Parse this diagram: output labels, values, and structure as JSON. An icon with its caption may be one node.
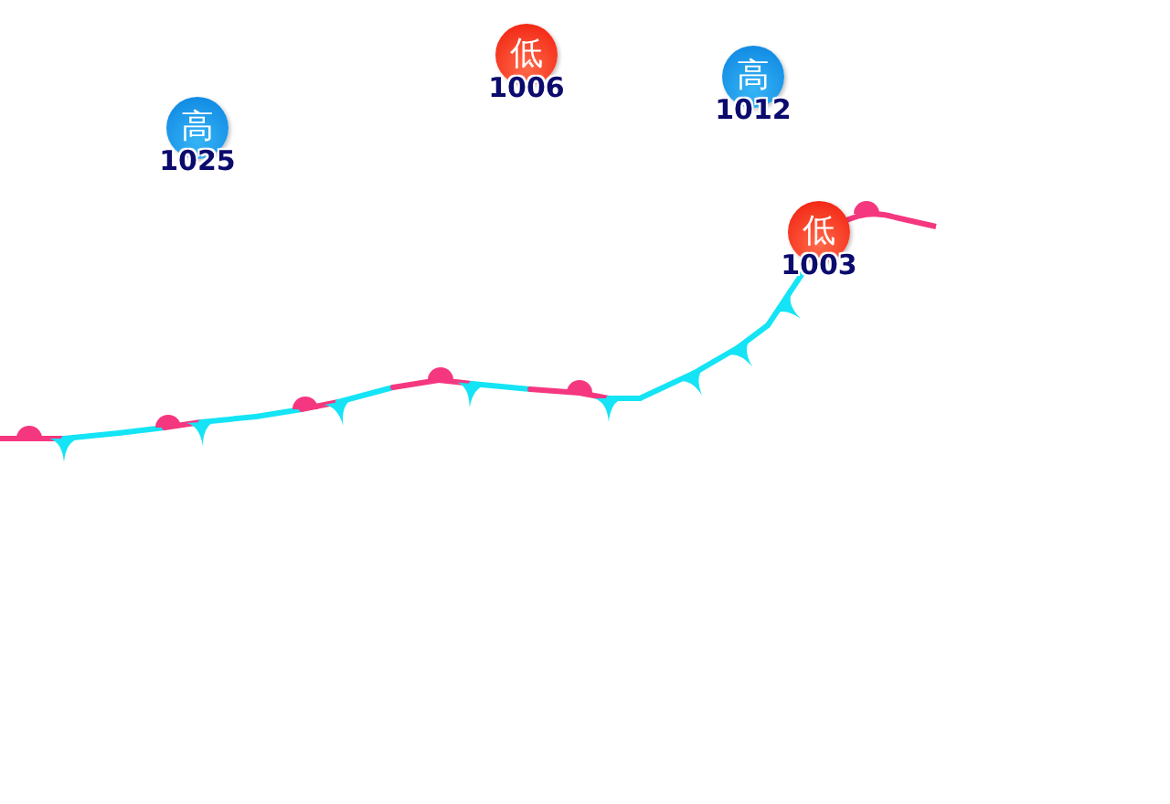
{
  "diagram": {
    "nodes": [
      {
        "text": [
          "低"
        ],
        "beside": [
          "1006"
        ]
      },
      {
        "text": [
          "高"
        ],
        "beside": [
          "1012"
        ]
      },
      {
        "text": [
          "高"
        ],
        "beside": [
          "1025"
        ]
      },
      {
        "text": [
          "低"
        ],
        "beside": [
          "1003"
        ]
      }
    ]
  }
}
